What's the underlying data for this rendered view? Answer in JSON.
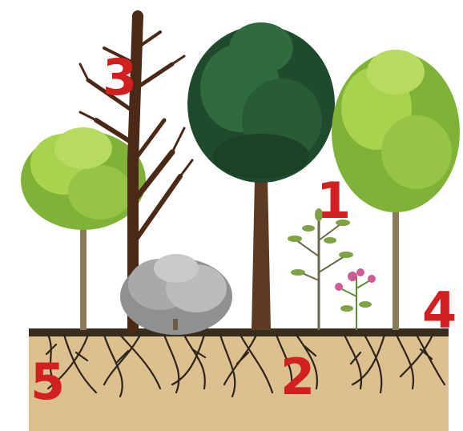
{
  "labels": {
    "one": "1",
    "two": "2",
    "three": "3",
    "four": "4",
    "five": "5"
  },
  "colors": {
    "label_red": "#d21f1f",
    "soil": "#dcc08f",
    "soil_top": "#3a2c1d",
    "roots": "#2e241a",
    "conifer_dark": "#1f4a2c",
    "conifer_mid": "#2f6b3d",
    "deciduous_light": "#a9d24e",
    "deciduous_mid": "#7fb236",
    "dead_tree": "#4a2a17",
    "shrub_grey": "#a7a9ab",
    "flower_pink": "#cf5b93"
  }
}
